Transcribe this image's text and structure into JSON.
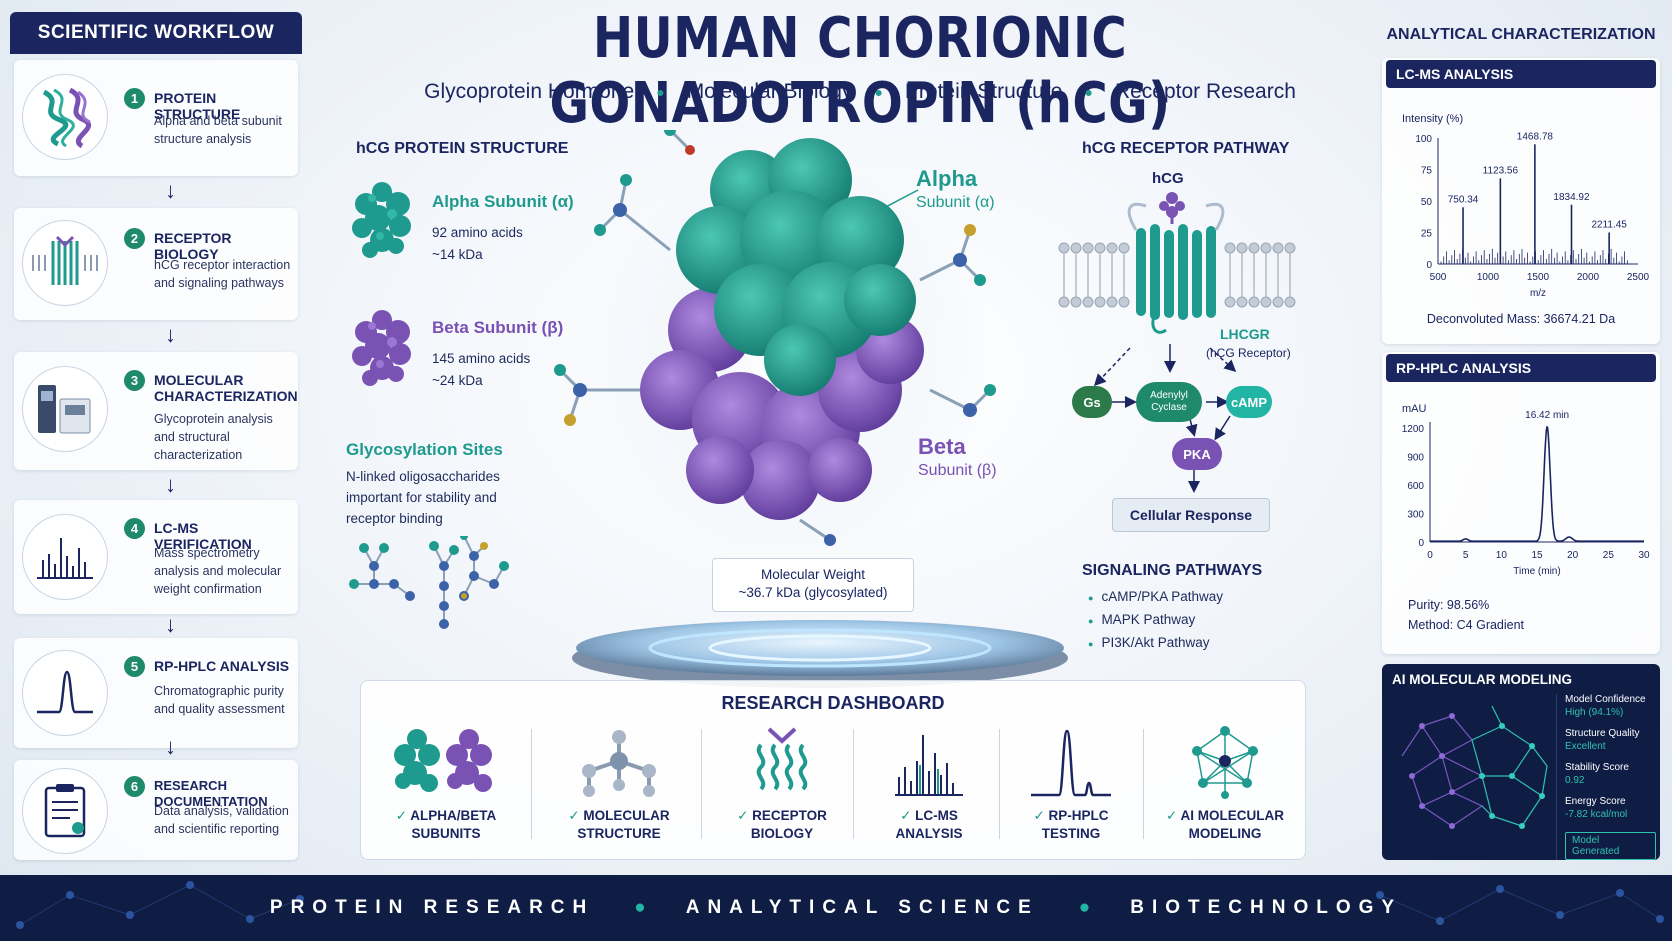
{
  "title": "HUMAN CHORIONIC GONADOTROPIN (hCG)",
  "subtitle": [
    "Glycoprotein Hormone",
    "Molecular Biology",
    "Protein Structure",
    "Receptor Research"
  ],
  "workflow": {
    "heading": "SCIENTIFIC WORKFLOW",
    "steps": [
      {
        "num": "1",
        "title": "PROTEIN STRUCTURE",
        "desc": "Alpha and beta subunit structure analysis"
      },
      {
        "num": "2",
        "title": "RECEPTOR BIOLOGY",
        "desc": "hCG receptor interaction and signaling pathways"
      },
      {
        "num": "3",
        "title": "MOLECULAR CHARACTERIZATION",
        "desc": "Glycoprotein analysis and structural characterization"
      },
      {
        "num": "4",
        "title": "LC-MS VERIFICATION",
        "desc": "Mass spectrometry analysis and molecular weight confirmation"
      },
      {
        "num": "5",
        "title": "RP-HPLC ANALYSIS",
        "desc": "Chromatographic purity and quality assessment"
      },
      {
        "num": "6",
        "title": "RESEARCH DOCUMENTATION",
        "desc": "Data analysis, validation and scientific reporting"
      }
    ]
  },
  "structure": {
    "heading": "hCG PROTEIN STRUCTURE",
    "alpha": {
      "name": "Alpha Subunit (α)",
      "aa": "92 amino acids",
      "kda": "~14 kDa"
    },
    "beta": {
      "name": "Beta Subunit (β)",
      "aa": "145 amino acids",
      "kda": "~24 kDa"
    },
    "glyco": {
      "name": "Glycosylation Sites",
      "desc": "N-linked oligosaccharides important for stability and receptor binding"
    }
  },
  "molecule": {
    "alpha_label": "Alpha",
    "alpha_sub": "Subunit (α)",
    "beta_label": "Beta",
    "beta_sub": "Subunit (β)",
    "mw_title": "Molecular Weight",
    "mw_value": "~36.7 kDa (glycosylated)"
  },
  "pathway": {
    "heading": "hCG RECEPTOR PATHWAY",
    "ligand": "hCG",
    "receptor": "LHCGR",
    "receptor_sub": "(hCG Receptor)",
    "gs": "Gs",
    "ac": "Adenylyl Cyclase",
    "camp": "cAMP",
    "pka": "PKA",
    "response": "Cellular Response",
    "signaling_heading": "SIGNALING PATHWAYS",
    "signaling": [
      "cAMP/PKA Pathway",
      "MAPK Pathway",
      "PI3K/Akt Pathway"
    ]
  },
  "analytical": {
    "heading": "ANALYTICAL CHARACTERIZATION",
    "lcms_heading": "LC-MS ANALYSIS",
    "hplc_heading": "RP-HPLC ANALYSIS",
    "ai_heading": "AI MOLECULAR MODELING",
    "deconvoluted": "Deconvoluted Mass: 36674.21 Da",
    "purity": "Purity: 98.56%",
    "method": "Method: C4 Gradient",
    "ai": [
      {
        "k": "Model Confidence",
        "v": "High (94.1%)"
      },
      {
        "k": "Structure Quality",
        "v": "Excellent"
      },
      {
        "k": "Stability Score",
        "v": "0.92"
      },
      {
        "k": "Energy Score",
        "v": "-7.82 kcal/mol"
      }
    ],
    "ai_badge": "Model Generated"
  },
  "chart_data": [
    {
      "type": "bar",
      "ylabel": "Intensity (%)",
      "xlabel": "m/z",
      "xlim": [
        500,
        2500
      ],
      "ylim": [
        0,
        100
      ],
      "xticks": [
        "500",
        "1000",
        "1500",
        "2000",
        "2500"
      ],
      "yticks": [
        "100",
        "75",
        "50",
        "25",
        "0"
      ],
      "peaks": [
        {
          "x": 750.34,
          "y": 45,
          "label": "750.34"
        },
        {
          "x": 1123.56,
          "y": 68,
          "label": "1123.56"
        },
        {
          "x": 1468.78,
          "y": 95,
          "label": "1468.78"
        },
        {
          "x": 1834.92,
          "y": 47,
          "label": "1834.92"
        },
        {
          "x": 2211.45,
          "y": 25,
          "label": "2211.45"
        }
      ]
    },
    {
      "type": "line",
      "ylabel": "mAU",
      "xlabel": "Time (min)",
      "xlim": [
        0,
        30
      ],
      "ylim": [
        0,
        1200
      ],
      "xticks": [
        "0",
        "5",
        "10",
        "15",
        "20",
        "25",
        "30"
      ],
      "yticks": [
        "1200",
        "900",
        "600",
        "300",
        "0"
      ],
      "peak_label": "16.42 min",
      "peaks": [
        {
          "x": 5,
          "y": 25
        },
        {
          "x": 16.42,
          "y": 1210
        },
        {
          "x": 19.5,
          "y": 45
        }
      ]
    }
  ],
  "dashboard": {
    "heading": "RESEARCH DASHBOARD",
    "items": [
      {
        "l1": "ALPHA/BETA",
        "l2": "SUBUNITS"
      },
      {
        "l1": "MOLECULAR",
        "l2": "STRUCTURE"
      },
      {
        "l1": "RECEPTOR",
        "l2": "BIOLOGY"
      },
      {
        "l1": "LC-MS",
        "l2": "ANALYSIS"
      },
      {
        "l1": "RP-HPLC",
        "l2": "TESTING"
      },
      {
        "l1": "AI MOLECULAR",
        "l2": "MODELING"
      }
    ]
  },
  "footer": [
    "PROTEIN RESEARCH",
    "ANALYTICAL SCIENCE",
    "BIOTECHNOLOGY"
  ],
  "colors": {
    "navy": "#1b2661",
    "teal": "#1f9a8e",
    "purple": "#7a52b4",
    "green": "#1f8a6b"
  }
}
